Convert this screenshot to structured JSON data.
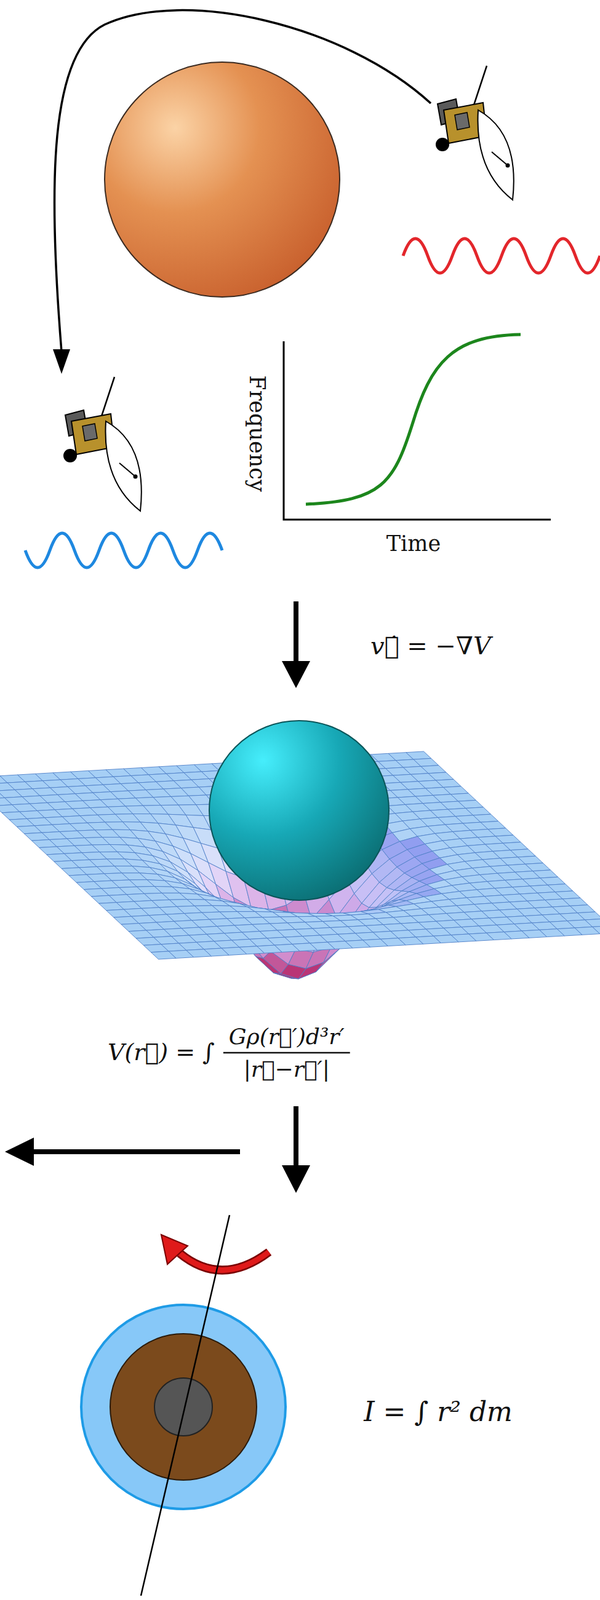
{
  "diagram": {
    "labels": [
      "Frequency",
      "Time",
      "v⃗̇ = −∇V",
      "V(r⃗) = ∫",
      "Gρ(r⃗′)d³r′",
      "|r⃗−r⃗′|",
      "I = ∫ r² dm"
    ]
  }
}
